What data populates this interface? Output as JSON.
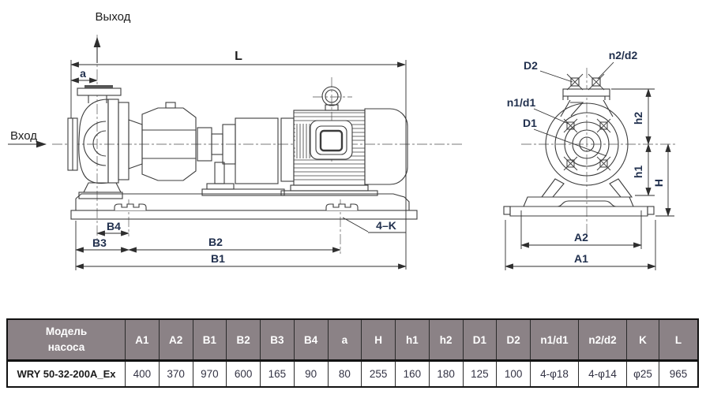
{
  "drawing": {
    "side_view": {
      "inlet_label": "Вход",
      "outlet_label": "Выход",
      "dims": {
        "L": "L",
        "a": "a",
        "B1": "B1",
        "B2": "B2",
        "B3": "B3",
        "B4": "B4",
        "k_slots": "4–K"
      }
    },
    "end_view": {
      "dims": {
        "D1": "D1",
        "D2": "D2",
        "n1d1": "n1/d1",
        "n2d2": "n2/d2",
        "h1": "h1",
        "h2": "h2",
        "H": "H",
        "A1": "A1",
        "A2": "A2"
      }
    }
  },
  "table": {
    "headers": [
      "Модель насоса",
      "A1",
      "A2",
      "B1",
      "B2",
      "B3",
      "B4",
      "a",
      "H",
      "h1",
      "h2",
      "D1",
      "D2",
      "n1/d1",
      "n2/d2",
      "K",
      "L"
    ],
    "row": [
      "WRY 50-32-200A_Ex",
      "400",
      "370",
      "970",
      "600",
      "165",
      "90",
      "80",
      "255",
      "160",
      "180",
      "125",
      "100",
      "4-φ18",
      "4-φ14",
      "φ25",
      "965"
    ]
  },
  "colors": {
    "header_bg": "#8b8286",
    "header_text": "#ffffff",
    "drawing_line": "#3c3c3c",
    "dim_label": "#21304e"
  }
}
